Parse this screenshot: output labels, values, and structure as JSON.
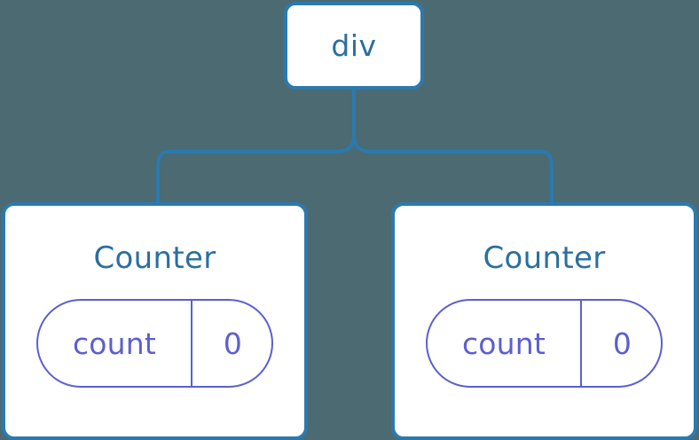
{
  "diagram": {
    "type": "component-tree",
    "background_color": "#4c6a72",
    "node_border_color": "#2b7aaf",
    "node_text_color": "#2b6f9e",
    "state_pill_color": "#5b5fd0",
    "connector_color": "#2b7aaf",
    "root": {
      "label": "div"
    },
    "children": [
      {
        "label": "Counter",
        "state": {
          "key": "count",
          "value": "0"
        }
      },
      {
        "label": "Counter",
        "state": {
          "key": "count",
          "value": "0"
        }
      }
    ]
  }
}
